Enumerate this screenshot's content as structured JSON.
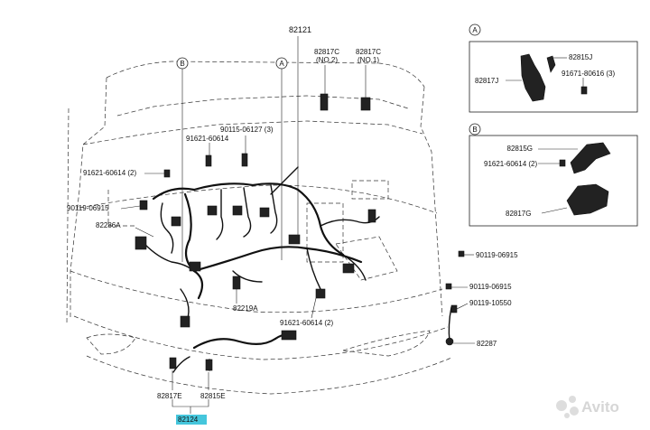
{
  "callouts": {
    "A": "A",
    "B": "B"
  },
  "labels": {
    "p82121": "82121",
    "p82817c_no2": "82817C",
    "no2": "(NO.2)",
    "p82817c_no1": "82817C",
    "no1": "(NO.1)",
    "p90115_06127": "90115-06127 (3)",
    "p91621_60614_top": "91621-60614",
    "p91621_60614_2a": "91621-60614 (2)",
    "p90119_06915_left": "90119-06915",
    "p82286a": "82286A",
    "p82219a": "82219A",
    "p91621_60614_2b": "91621-60614 (2)",
    "p90119_06915_r1": "90119-06915",
    "p90119_06915_r2": "90119-06915",
    "p90119_10550": "90119-10550",
    "p82287": "82287",
    "p82817e": "82817E",
    "p82815e": "82815E",
    "p82124": "82124"
  },
  "inset_a": {
    "callout": "A",
    "p82815j": "82815J",
    "p82817j": "82817J",
    "p91671_80616": "91671-80616 (3)"
  },
  "inset_b": {
    "callout": "B",
    "p82815g": "82815G",
    "p91621_60614": "91621-60614 (2)",
    "p82817g": "82817G"
  },
  "watermark": {
    "brand": "Avito"
  },
  "colors": {
    "highlight": "#45c6dc",
    "line": "#222222"
  }
}
